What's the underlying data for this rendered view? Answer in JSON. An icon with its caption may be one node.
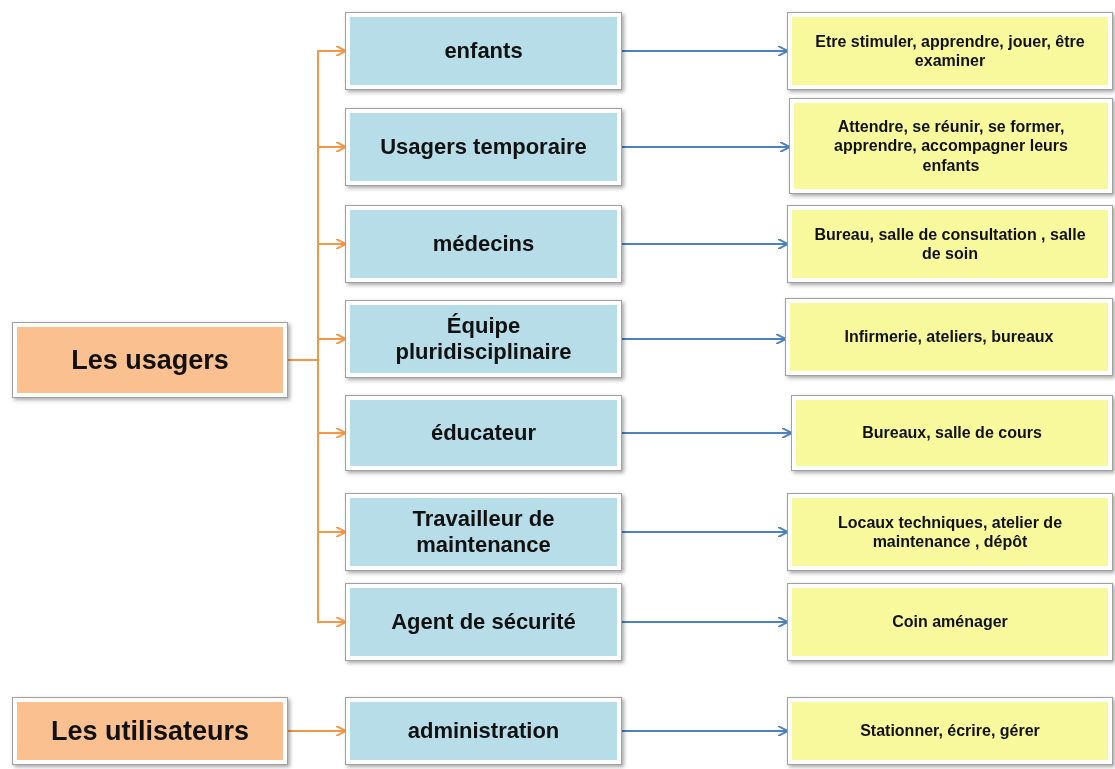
{
  "diagram": {
    "nodes": [
      {
        "text": [
          "Les usagers"
        ]
      },
      {
        "text": [
          "enfants"
        ]
      },
      {
        "text": [
          "Usagers temporaire"
        ]
      },
      {
        "text": [
          "médecins"
        ]
      },
      {
        "text": [
          "Équipe pluridisciplinaire"
        ]
      },
      {
        "text": [
          "éducateur"
        ]
      },
      {
        "text": [
          "Travailleur de maintenance"
        ]
      },
      {
        "text": [
          "Agent de sécurité"
        ]
      },
      {
        "text": [
          "Etre stimuler, apprendre, jouer, être examiner"
        ]
      },
      {
        "text": [
          "Attendre, se réunir, se former, apprendre, accompagner leurs enfants"
        ]
      },
      {
        "text": [
          "Bureau, salle de consultation , salle de soin"
        ]
      },
      {
        "text": [
          "Infirmerie, ateliers, bureaux"
        ]
      },
      {
        "text": [
          "Bureaux, salle de cours"
        ]
      },
      {
        "text": [
          "Locaux techniques, atelier de maintenance , dépôt"
        ]
      },
      {
        "text": [
          "Coin aménager"
        ]
      },
      {
        "text": [
          "Les utilisateurs"
        ]
      },
      {
        "text": [
          "administration"
        ]
      },
      {
        "text": [
          "Stationner, écrire, gérer"
        ]
      }
    ],
    "edges": [
      {
        "from": 0,
        "to": 1,
        "arrow": "to",
        "color": "#f79646"
      },
      {
        "from": 0,
        "to": 2,
        "arrow": "to",
        "color": "#f79646"
      },
      {
        "from": 0,
        "to": 3,
        "arrow": "to",
        "color": "#f79646"
      },
      {
        "from": 0,
        "to": 4,
        "arrow": "to",
        "color": "#f79646"
      },
      {
        "from": 0,
        "to": 5,
        "arrow": "to",
        "color": "#f79646"
      },
      {
        "from": 0,
        "to": 6,
        "arrow": "to",
        "color": "#f79646"
      },
      {
        "from": 0,
        "to": 7,
        "arrow": "to",
        "color": "#f79646"
      },
      {
        "from": 1,
        "to": 8,
        "arrow": "to",
        "color": "#4f81bd"
      },
      {
        "from": 2,
        "to": 9,
        "arrow": "to",
        "color": "#4f81bd"
      },
      {
        "from": 3,
        "to": 10,
        "arrow": "to",
        "color": "#4f81bd"
      },
      {
        "from": 4,
        "to": 11,
        "arrow": "to",
        "color": "#4f81bd"
      },
      {
        "from": 5,
        "to": 12,
        "arrow": "to",
        "color": "#4f81bd"
      },
      {
        "from": 6,
        "to": 13,
        "arrow": "to",
        "color": "#4f81bd"
      },
      {
        "from": 7,
        "to": 14,
        "arrow": "to",
        "color": "#4f81bd"
      },
      {
        "from": 15,
        "to": 16,
        "arrow": "to",
        "color": "#f79646"
      },
      {
        "from": 16,
        "to": 17,
        "arrow": "to",
        "color": "#4f81bd"
      }
    ]
  }
}
